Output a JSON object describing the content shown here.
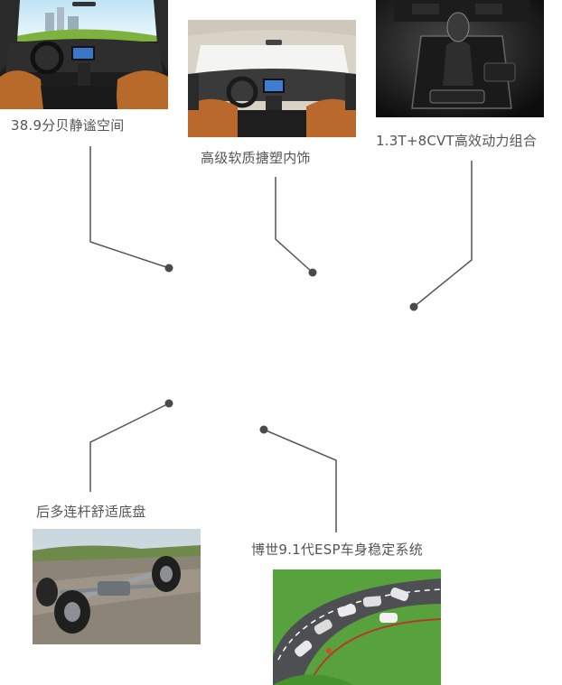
{
  "features": [
    {
      "label": "38.9分贝静谧空间"
    },
    {
      "label": "高级软质搪塑内饰"
    },
    {
      "label": "1.3T+8CVT高效动力组合"
    },
    {
      "label": "后多连杆舒适底盘"
    },
    {
      "label": "博世9.1代ESP车身稳定系统"
    }
  ],
  "colors": {
    "line": "#555555",
    "dot": "#4a4a4a",
    "label": "#555555",
    "leather": "#b86a2a"
  }
}
